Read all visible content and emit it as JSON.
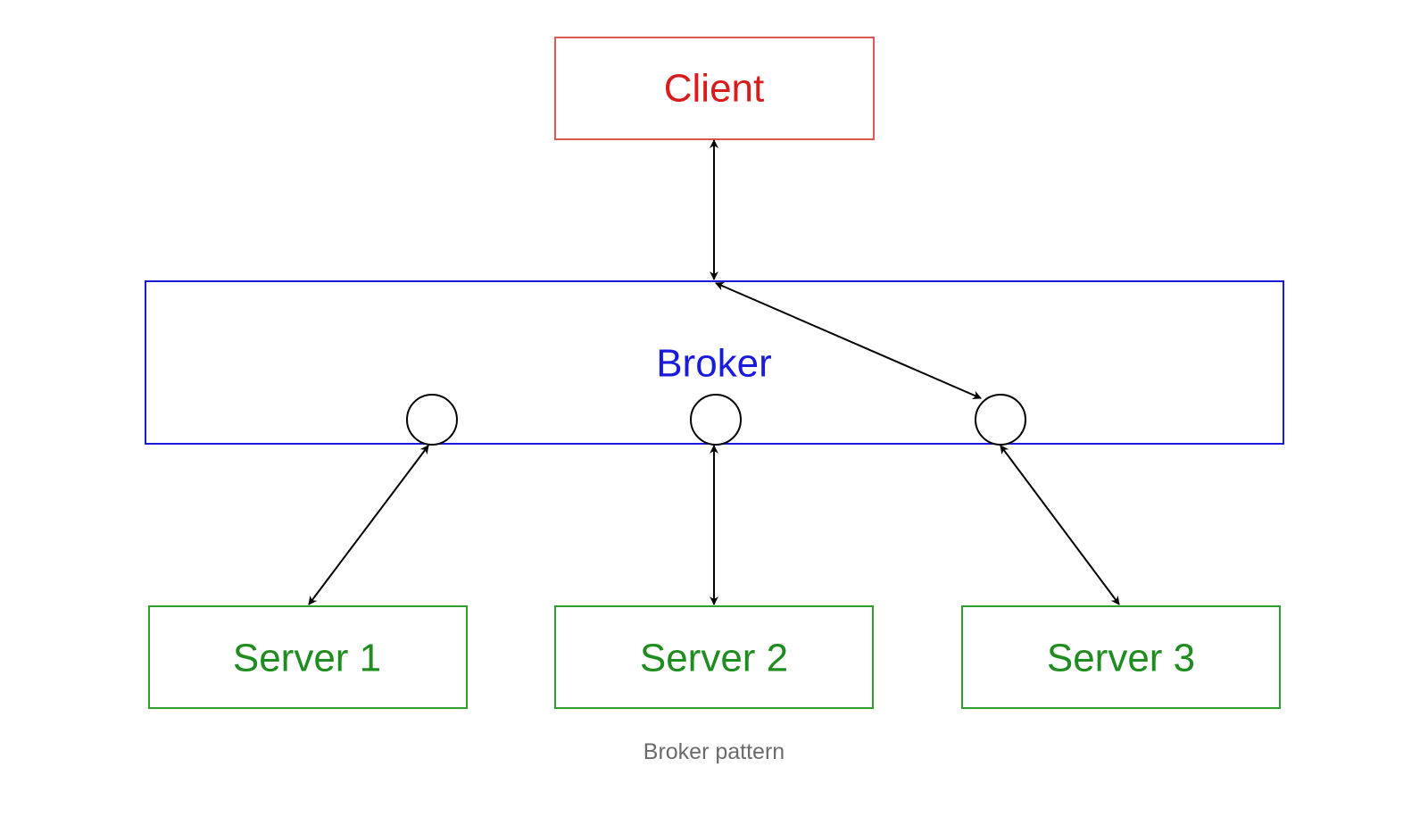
{
  "diagram": {
    "client": {
      "label": "Client",
      "color": "#d81b1b"
    },
    "broker": {
      "label": "Broker",
      "color": "#1a1adb"
    },
    "servers": [
      {
        "label": "Server 1",
        "color": "#1e8c1e"
      },
      {
        "label": "Server 2",
        "color": "#1e8c1e"
      },
      {
        "label": "Server 3",
        "color": "#1e8c1e"
      }
    ],
    "connections": [
      {
        "from": "client",
        "to": "broker",
        "direction": "bidirectional"
      },
      {
        "from": "broker",
        "to": "broker-port-3",
        "direction": "bidirectional"
      },
      {
        "from": "broker-port-1",
        "to": "server-1",
        "direction": "bidirectional"
      },
      {
        "from": "broker-port-2",
        "to": "server-2",
        "direction": "bidirectional"
      },
      {
        "from": "broker-port-3",
        "to": "server-3",
        "direction": "bidirectional"
      }
    ]
  },
  "caption": "Broker pattern"
}
